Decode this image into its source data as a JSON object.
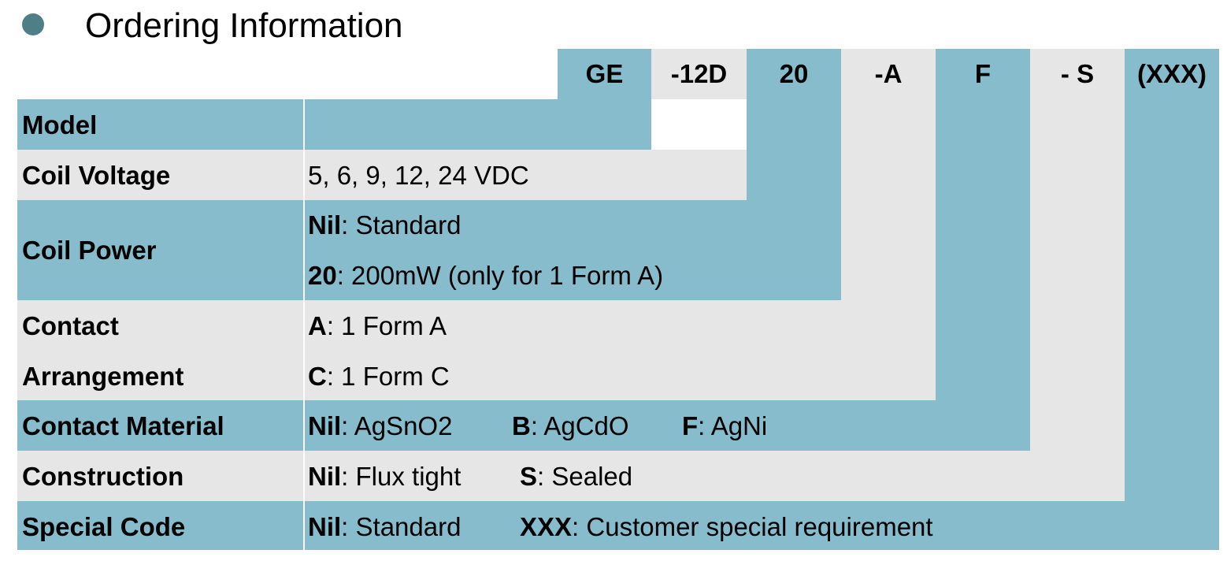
{
  "title": "Ordering Information",
  "code_parts": [
    "GE",
    "-12D",
    "20",
    "-A",
    "F",
    "- S",
    "(XXX)"
  ],
  "rows": {
    "model": {
      "label": "Model"
    },
    "coil_voltage": {
      "label": "Coil Voltage",
      "value": "5, 6, 9, 12, 24 VDC"
    },
    "coil_power": {
      "label": "Coil Power",
      "options": [
        {
          "code": "Nil",
          "desc": ": Standard"
        },
        {
          "code": "20",
          "desc": ": 200mW (only for 1 Form A)"
        }
      ]
    },
    "contact_arrangement": {
      "label_line1": "Contact",
      "label_line2": "Arrangement",
      "options": [
        {
          "code": "A",
          "desc": ": 1 Form A"
        },
        {
          "code": "C",
          "desc": ": 1 Form C"
        }
      ]
    },
    "contact_material": {
      "label": "Contact Material",
      "options": [
        {
          "code": "Nil",
          "desc": ": AgSnO2"
        },
        {
          "code": "B",
          "desc": ": AgCdO"
        },
        {
          "code": "F",
          "desc": ": AgNi"
        }
      ]
    },
    "construction": {
      "label": "Construction",
      "options": [
        {
          "code": "Nil",
          "desc": ": Flux tight"
        },
        {
          "code": "S",
          "desc": ": Sealed"
        }
      ]
    },
    "special_code": {
      "label": "Special Code",
      "options": [
        {
          "code": "Nil",
          "desc": ": Standard"
        },
        {
          "code": "XXX",
          "desc": ": Customer special requirement"
        }
      ]
    }
  },
  "colors": {
    "accent_blue": "#86BCCB",
    "row_gray": "#E6E6E6",
    "bullet": "#4E7F87"
  }
}
